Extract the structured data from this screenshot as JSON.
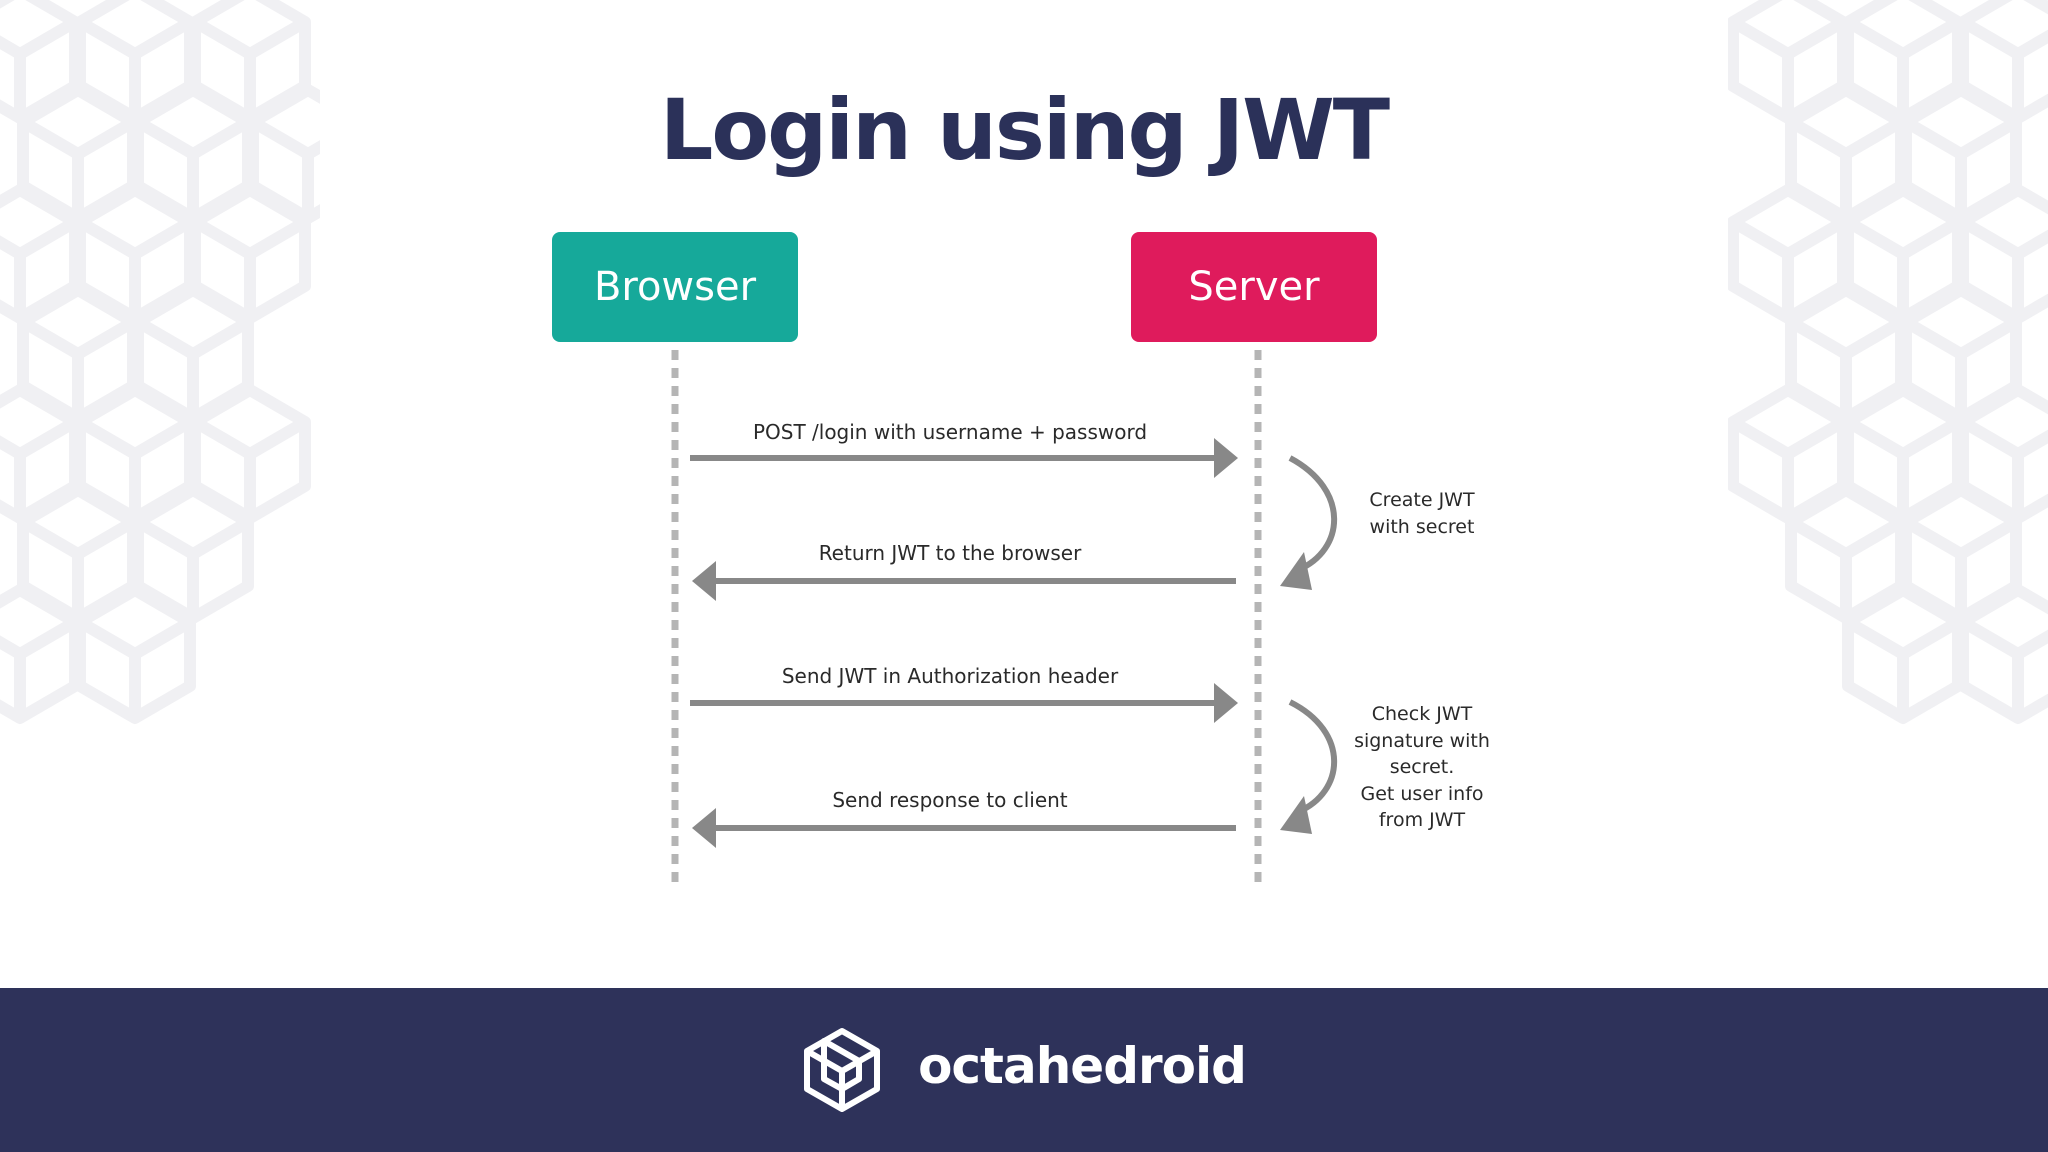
{
  "title": "Login using JWT",
  "colors": {
    "title": "#2b3159",
    "browser": "#16a99a",
    "server": "#df1b5c",
    "arrow": "#888888",
    "lifeline": "#b5b5b5",
    "footer": "#2e325a"
  },
  "actors": {
    "browser": "Browser",
    "server": "Server"
  },
  "messages": [
    {
      "label": "POST /login with username + password",
      "direction": "browser-to-server"
    },
    {
      "label": "Return JWT to the browser",
      "direction": "server-to-browser"
    },
    {
      "label": "Send JWT in Authorization header",
      "direction": "browser-to-server"
    },
    {
      "label": "Send response to client",
      "direction": "server-to-browser"
    }
  ],
  "notes": [
    {
      "lines": [
        "Create JWT",
        "with secret"
      ]
    },
    {
      "lines": [
        "Check JWT",
        "signature with",
        "secret.",
        "Get user info",
        "from JWT"
      ]
    }
  ],
  "footer": {
    "brand": "octahedroid",
    "logo_icon": "cube-logo-icon"
  }
}
